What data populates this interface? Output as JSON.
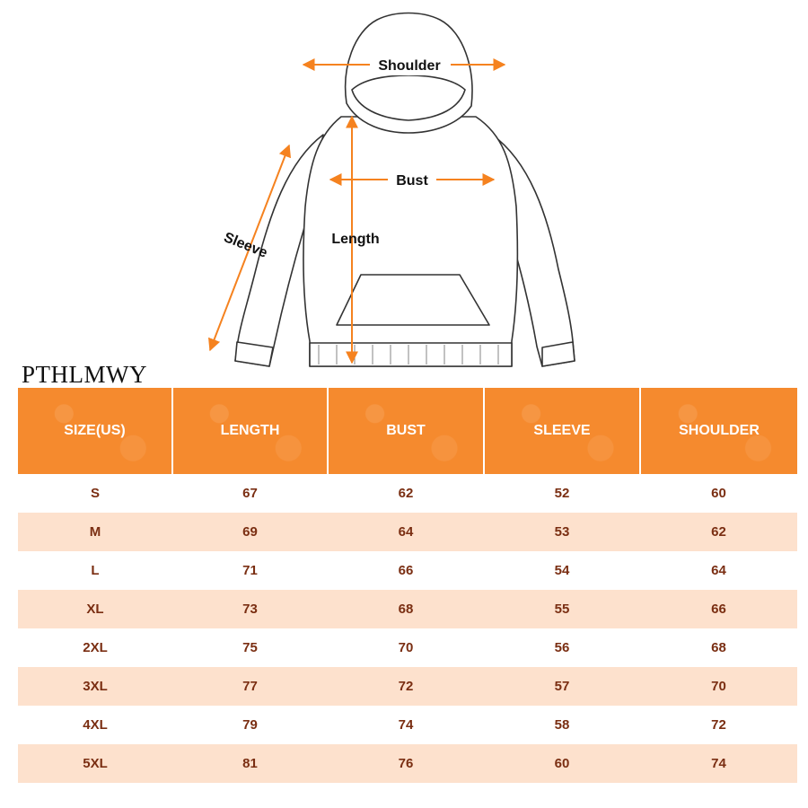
{
  "diagram": {
    "labels": {
      "shoulder": "Shoulder",
      "bust": "Bust",
      "length": "Length",
      "sleeve": "Sleeve"
    },
    "arrow_color": "#f5821f"
  },
  "brand": "PTHLMWY",
  "table": {
    "header_color": "#f58a2e",
    "stripe_color": "#fde1cd",
    "value_color": "#7a2e12",
    "headers": [
      "SIZE(US)",
      "LENGTH",
      "BUST",
      "SLEEVE",
      "SHOULDER"
    ],
    "rows": [
      [
        "S",
        "67",
        "62",
        "52",
        "60"
      ],
      [
        "M",
        "69",
        "64",
        "53",
        "62"
      ],
      [
        "L",
        "71",
        "66",
        "54",
        "64"
      ],
      [
        "XL",
        "73",
        "68",
        "55",
        "66"
      ],
      [
        "2XL",
        "75",
        "70",
        "56",
        "68"
      ],
      [
        "3XL",
        "77",
        "72",
        "57",
        "70"
      ],
      [
        "4XL",
        "79",
        "74",
        "58",
        "72"
      ],
      [
        "5XL",
        "81",
        "76",
        "60",
        "74"
      ]
    ]
  }
}
